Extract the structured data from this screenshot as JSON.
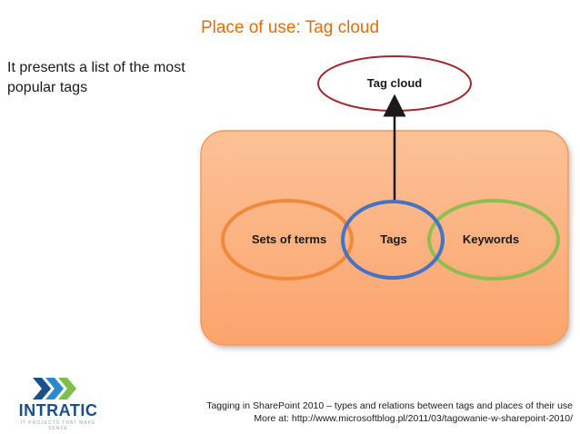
{
  "slide": {
    "title": "Place of use: Tag cloud",
    "subtitle": "It presents a list of the most popular tags"
  },
  "diagram": {
    "top_node": "Tag cloud",
    "nodes": [
      "Sets of terms",
      "Tags",
      "Keywords"
    ],
    "colors": {
      "title": "#e46c0a",
      "panel_fill": "#fbb07f",
      "panel_border": "#f49a5b",
      "tag_cloud_border": "#a0282f",
      "sets_of_terms_border": "#f08a3a",
      "tags_border": "#4472c4",
      "keywords_border": "#8fbd4f",
      "arrow": "#1a1a1a"
    }
  },
  "logo": {
    "name": "INTRATIC",
    "tagline": "IT PROJECTS THAT MAKE SENSE"
  },
  "footer": {
    "line1": "Tagging in SharePoint 2010 – types and relations between tags and places of their use",
    "line2": "More at: http://www.microsoftblog.pl/2011/03/tagowanie-w-sharepoint-2010/"
  }
}
